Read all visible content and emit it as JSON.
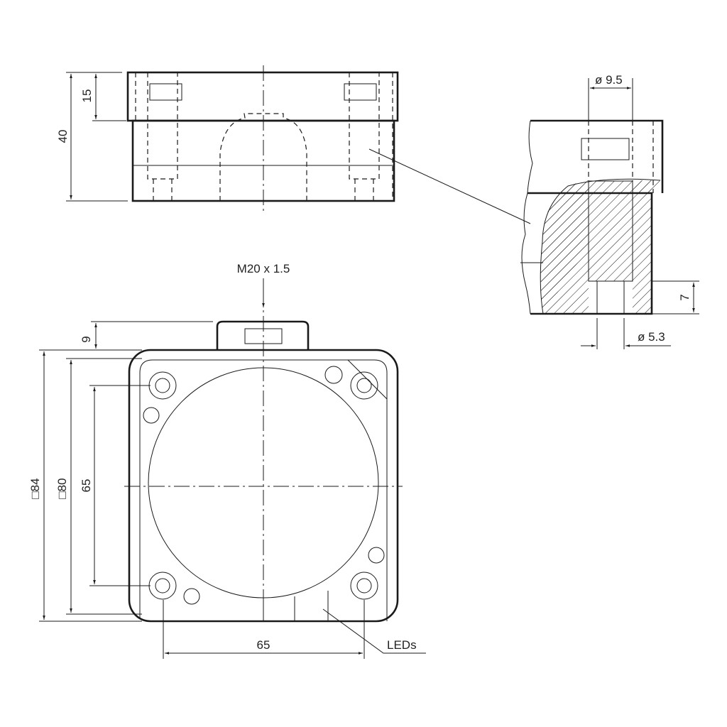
{
  "top_view": {
    "height_total": "40",
    "height_flange": "15"
  },
  "detail_view": {
    "counterbore_dia": "ø 9.5",
    "hole_depth": "7",
    "hole_dia": "ø 5.3"
  },
  "bottom_view": {
    "thread_label": "M20 x 1.5",
    "tab_height": "9",
    "outer_square": "□84",
    "inner_square": "□80",
    "hole_spacing_vertical": "65",
    "hole_spacing_horizontal": "65",
    "leds_label": "LEDs"
  },
  "colors": {
    "line": "#1a1a1a"
  }
}
